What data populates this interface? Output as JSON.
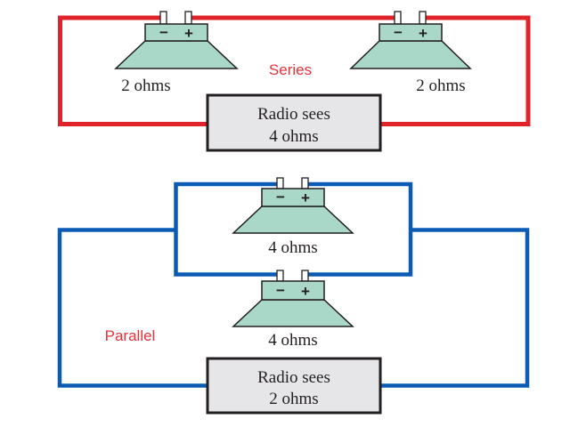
{
  "colors": {
    "series_wire": "#e0232b",
    "parallel_wire": "#0b5bb5",
    "speaker_fill": "#a9d8c8",
    "speaker_stroke": "#231f20",
    "terminal_fill": "#ffffff",
    "radio_fill": "#e6e6e8",
    "radio_stroke": "#231f20",
    "label_red": "#e8323a",
    "text": "#231f20"
  },
  "series": {
    "label": "Series",
    "speakers": [
      {
        "impedance": "2 ohms",
        "neg": "−",
        "pos": "+"
      },
      {
        "impedance": "2 ohms",
        "neg": "−",
        "pos": "+"
      }
    ],
    "radio": {
      "line1": "Radio sees",
      "line2": "4 ohms"
    }
  },
  "parallel": {
    "label": "Parallel",
    "speakers": [
      {
        "impedance": "4 ohms",
        "neg": "−",
        "pos": "+"
      },
      {
        "impedance": "4 ohms",
        "neg": "−",
        "pos": "+"
      }
    ],
    "radio": {
      "line1": "Radio sees",
      "line2": "2 ohms"
    }
  }
}
